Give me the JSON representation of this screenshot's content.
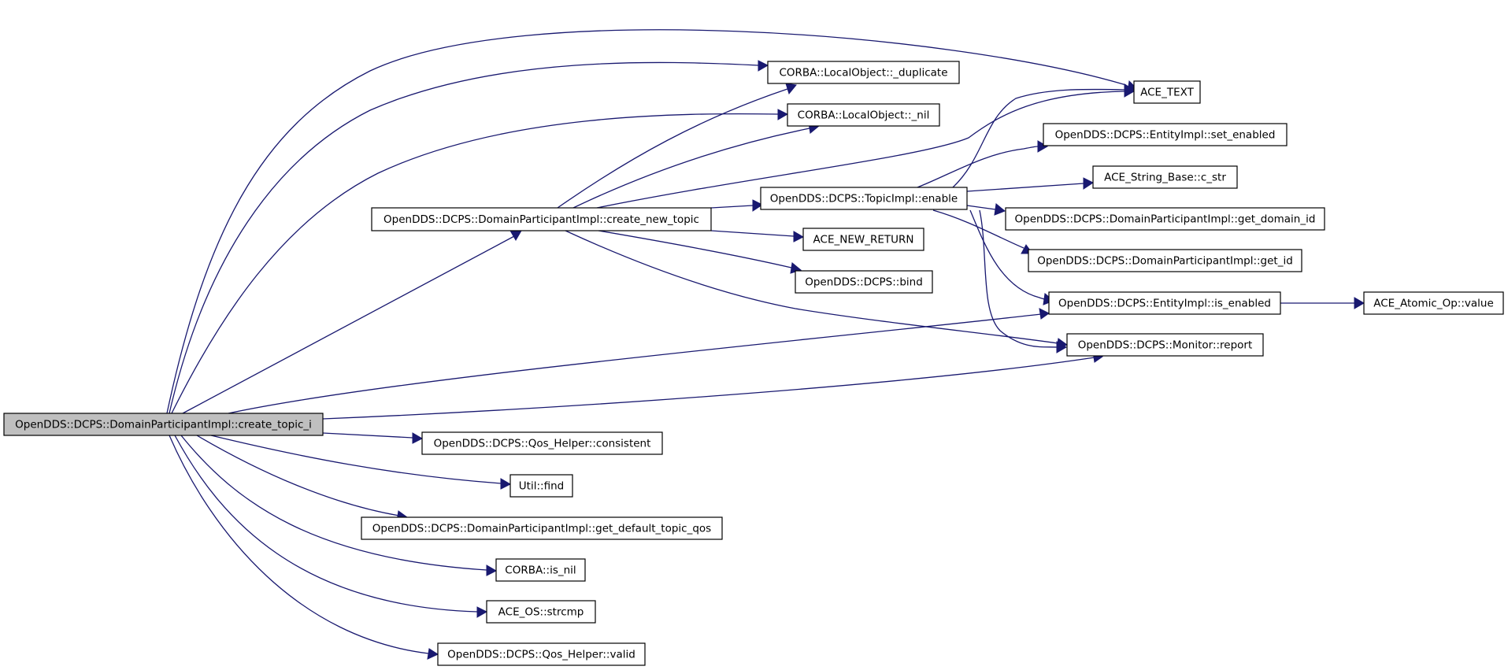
{
  "nodes": {
    "create_topic_i": "OpenDDS::DCPS::DomainParticipantImpl::create_topic_i",
    "ace_text": "ACE_TEXT",
    "duplicate": "CORBA::LocalObject::_duplicate",
    "nil": "CORBA::LocalObject::_nil",
    "create_new_topic": "OpenDDS::DCPS::DomainParticipantImpl::create_new_topic",
    "topic_enable": "OpenDDS::DCPS::TopicImpl::enable",
    "set_enabled": "OpenDDS::DCPS::EntityImpl::set_enabled",
    "c_str": "ACE_String_Base::c_str",
    "get_domain_id": "OpenDDS::DCPS::DomainParticipantImpl::get_domain_id",
    "get_id": "OpenDDS::DCPS::DomainParticipantImpl::get_id",
    "is_enabled": "OpenDDS::DCPS::EntityImpl::is_enabled",
    "atomic_value": "ACE_Atomic_Op::value",
    "monitor_report": "OpenDDS::DCPS::Monitor::report",
    "ace_new_return": "ACE_NEW_RETURN",
    "bind": "OpenDDS::DCPS::bind",
    "consistent": "OpenDDS::DCPS::Qos_Helper::consistent",
    "util_find": "Util::find",
    "get_default_topic_qos": "OpenDDS::DCPS::DomainParticipantImpl::get_default_topic_qos",
    "is_nil": "CORBA::is_nil",
    "strcmp": "ACE_OS::strcmp",
    "valid": "OpenDDS::DCPS::Qos_Helper::valid"
  },
  "edges": [
    {
      "from": "create_topic_i",
      "to": "ace_text"
    },
    {
      "from": "create_topic_i",
      "to": "duplicate"
    },
    {
      "from": "create_topic_i",
      "to": "nil"
    },
    {
      "from": "create_topic_i",
      "to": "create_new_topic"
    },
    {
      "from": "create_topic_i",
      "to": "is_enabled"
    },
    {
      "from": "create_topic_i",
      "to": "monitor_report"
    },
    {
      "from": "create_topic_i",
      "to": "consistent"
    },
    {
      "from": "create_topic_i",
      "to": "util_find"
    },
    {
      "from": "create_topic_i",
      "to": "get_default_topic_qos"
    },
    {
      "from": "create_topic_i",
      "to": "is_nil"
    },
    {
      "from": "create_topic_i",
      "to": "strcmp"
    },
    {
      "from": "create_topic_i",
      "to": "valid"
    },
    {
      "from": "create_new_topic",
      "to": "duplicate"
    },
    {
      "from": "create_new_topic",
      "to": "nil"
    },
    {
      "from": "create_new_topic",
      "to": "ace_text"
    },
    {
      "from": "create_new_topic",
      "to": "topic_enable"
    },
    {
      "from": "create_new_topic",
      "to": "ace_new_return"
    },
    {
      "from": "create_new_topic",
      "to": "bind"
    },
    {
      "from": "create_new_topic",
      "to": "monitor_report"
    },
    {
      "from": "topic_enable",
      "to": "ace_text"
    },
    {
      "from": "topic_enable",
      "to": "set_enabled"
    },
    {
      "from": "topic_enable",
      "to": "c_str"
    },
    {
      "from": "topic_enable",
      "to": "get_domain_id"
    },
    {
      "from": "topic_enable",
      "to": "get_id"
    },
    {
      "from": "topic_enable",
      "to": "is_enabled"
    },
    {
      "from": "topic_enable",
      "to": "monitor_report"
    },
    {
      "from": "is_enabled",
      "to": "atomic_value"
    }
  ]
}
